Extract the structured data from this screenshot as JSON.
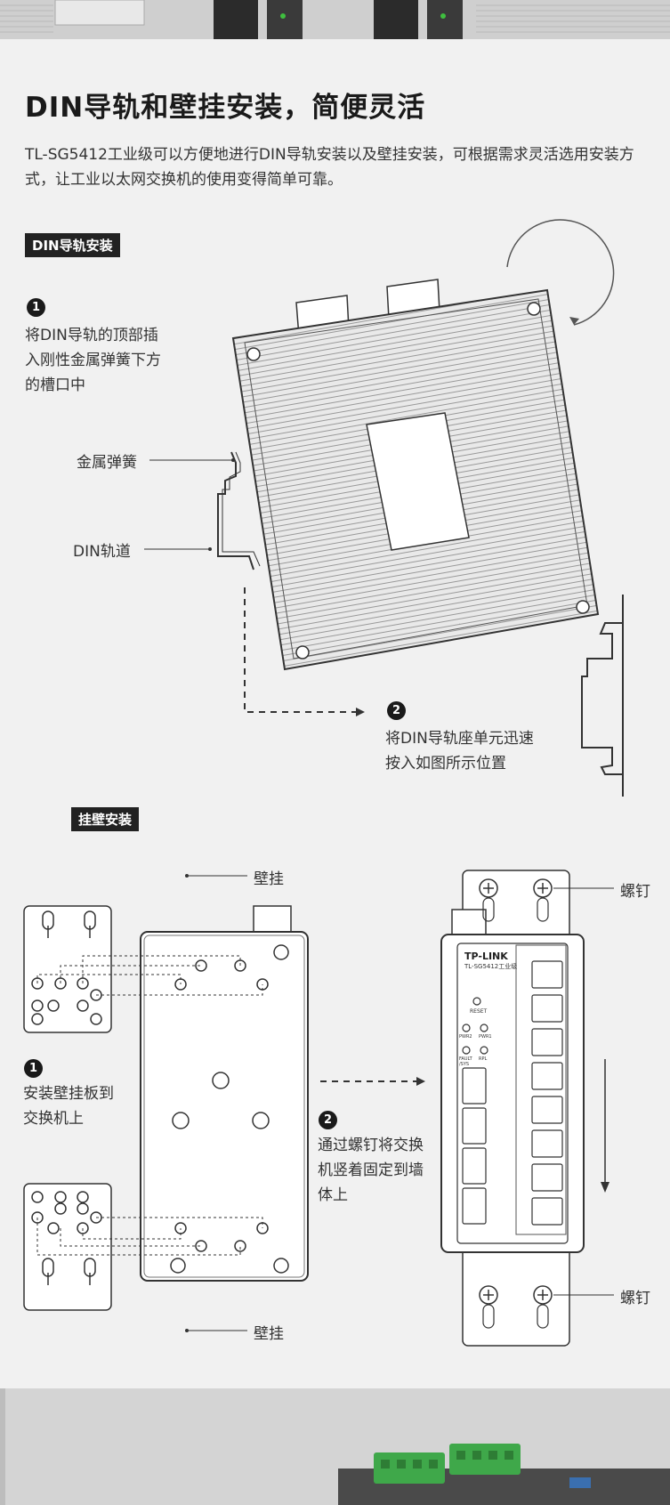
{
  "title": "DIN导轨和壁挂安装，简便灵活",
  "intro": "TL-SG5412工业级可以方便地进行DIN导轨安装以及壁挂安装，可根据需求灵活选用安装方式，让工业以太网交换机的使用变得简单可靠。",
  "din_section": {
    "tag": "DIN导轨安装",
    "step1_num": "1",
    "step1_line1": "将DIN导轨的顶部插",
    "step1_line2": "入刚性金属弹簧下方",
    "step1_line3": "的槽口中",
    "spring_label": "金属弹簧",
    "rail_label": "DIN轨道",
    "step2_num": "2",
    "step2_line1": "将DIN导轨座单元迅速",
    "step2_line2": "按入如图所示位置"
  },
  "wall_section": {
    "tag": "挂壁安装",
    "wall_top_label": "壁挂",
    "wall_bottom_label": "壁挂",
    "step1_num": "1",
    "step1_line1": "安装壁挂板到",
    "step1_line2": "交换机上",
    "step2_num": "2",
    "step2_line1": "通过螺钉将交换",
    "step2_line2": "机竖着固定到墙",
    "step2_line3": "体上",
    "screw_top_label": "螺钉",
    "screw_bottom_label": "螺钉",
    "brand": "TP-LINK",
    "model": "TL-SG5412工业级",
    "reset_label": "RESET",
    "pwr2_label": "PWR2",
    "pwr1_label": "PWR1",
    "fault_label": "FAULT",
    "sys_label": "/SYS",
    "rpl_label": "RPL"
  },
  "colors": {
    "tag_bg": "#222222",
    "page_bg": "#f1f1f1",
    "line": "#222222"
  }
}
